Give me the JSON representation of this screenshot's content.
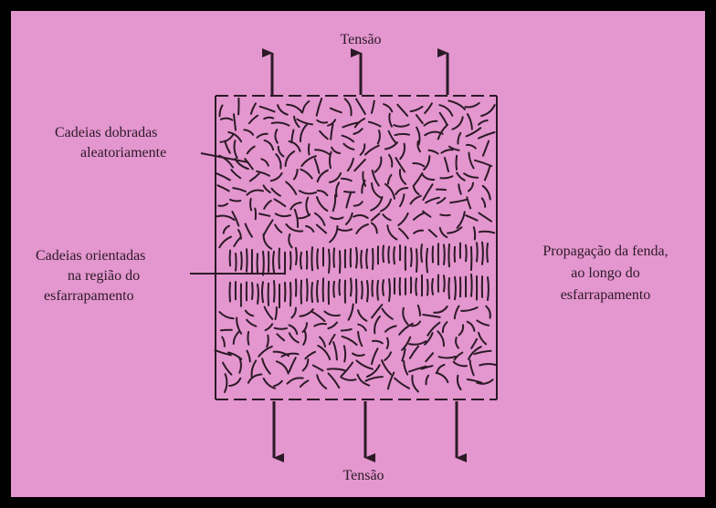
{
  "diagram": {
    "top_label": "Tensão",
    "bottom_label": "Tensão",
    "label_random_1": "Cadeias dobradas",
    "label_random_2": "aleatoriamente",
    "label_oriented_1": "Cadeias orientadas",
    "label_oriented_2": "na região do",
    "label_oriented_3": "esfarrapamento",
    "label_crack_1": "Propagação da fenda,",
    "label_crack_2": "ao longo do",
    "label_crack_3": "esfarrapamento"
  },
  "colors": {
    "background": "#e496cf",
    "frame": "#000000",
    "ink": "#2b1a26"
  }
}
